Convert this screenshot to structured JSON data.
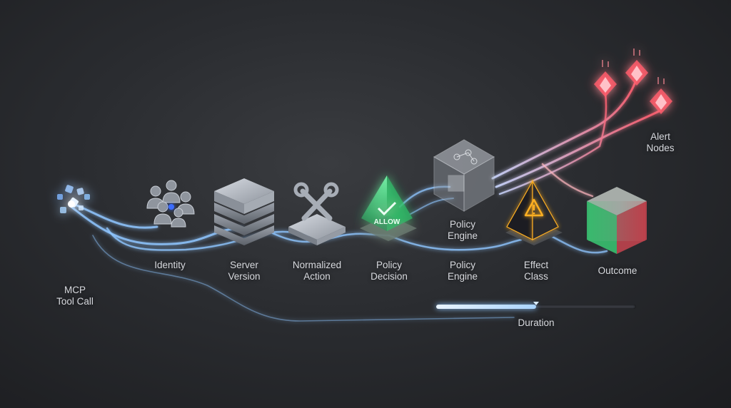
{
  "nodes": {
    "mcp_tool_call": {
      "line1": "MCP",
      "line2": "Tool Call"
    },
    "identity": {
      "line1": "Identity"
    },
    "server_version": {
      "line1": "Server",
      "line2": "Version"
    },
    "normalized_action": {
      "line1": "Normalized",
      "line2": "Action"
    },
    "policy_decision": {
      "line1": "Policy",
      "line2": "Decision",
      "badge": "ALLOW"
    },
    "policy_engine_top": {
      "line1": "Policy",
      "line2": "Engine"
    },
    "policy_engine_bottom": {
      "line1": "Policy",
      "line2": "Engine"
    },
    "effect_class": {
      "line1": "Effect",
      "line2": "Class"
    },
    "outcome": {
      "line1": "Outcome"
    },
    "alert_nodes": {
      "line1": "Alert",
      "line2": "Nodes"
    }
  },
  "duration": {
    "label": "Duration",
    "progress": 0.5
  },
  "colors": {
    "flow_blue": "#8fc6ff",
    "allow_green": "#3ddc7a",
    "warning_amber": "#ffb020",
    "alert_red": "#ff5a6a",
    "label_text": "#d8dadf"
  }
}
